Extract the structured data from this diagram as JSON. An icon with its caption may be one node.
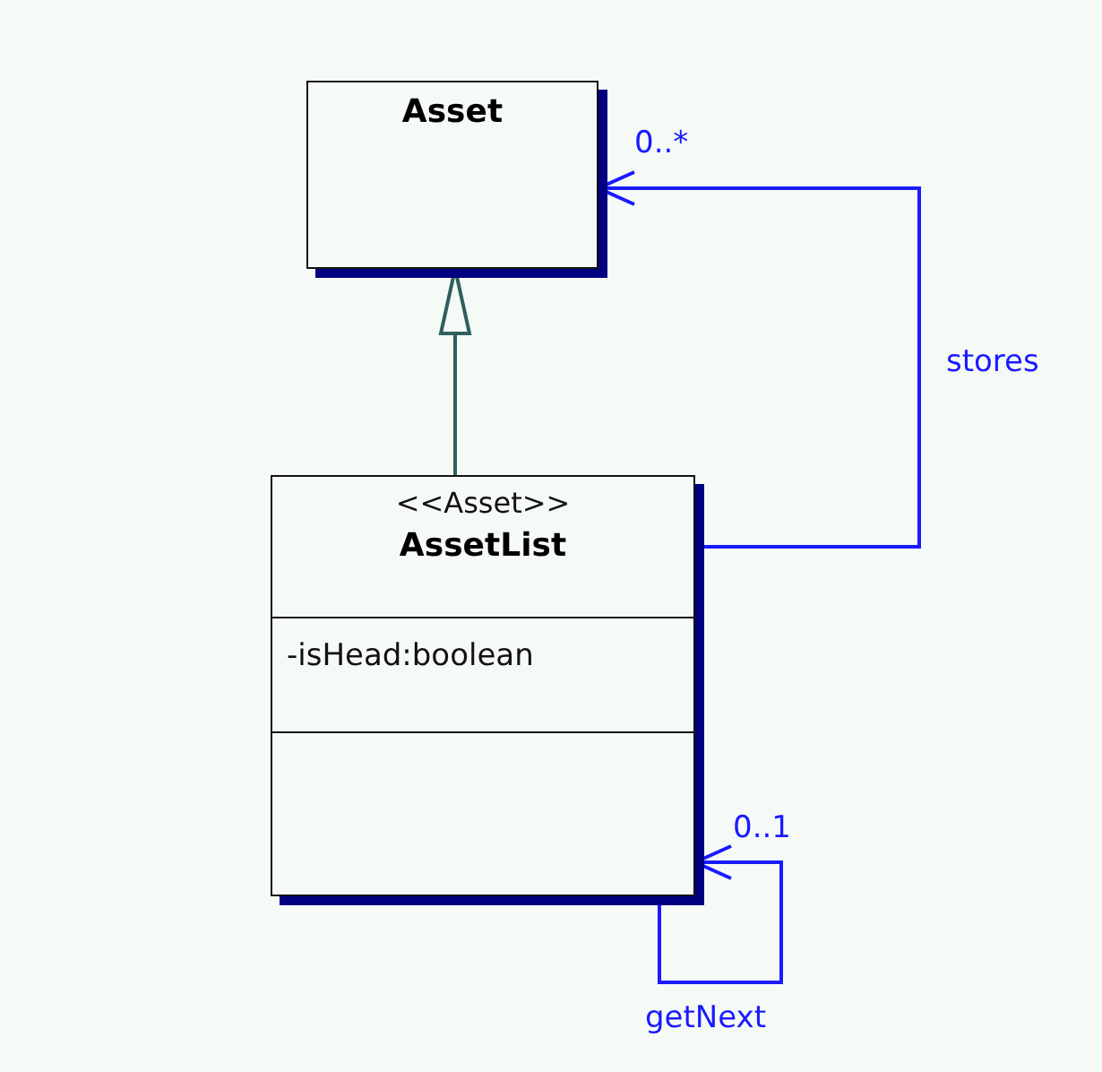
{
  "diagram": {
    "nodes": [
      {
        "text": [
          "Asset"
        ]
      },
      {
        "text": [
          "<<Asset>>",
          "AssetList",
          "-isHead:boolean"
        ]
      }
    ],
    "edges": [
      {
        "from": 1,
        "to": 0,
        "arrow": "to",
        "color": "#2f5f5f"
      },
      {
        "from": 1,
        "to": 0,
        "arrow": "to",
        "label": "stores",
        "color": "#1a1aff"
      },
      {
        "from": 1,
        "to": 1,
        "arrow": "to",
        "label": "getNext",
        "color": "#1a1aff"
      }
    ],
    "labels": [
      "0..*",
      "0..1"
    ]
  }
}
